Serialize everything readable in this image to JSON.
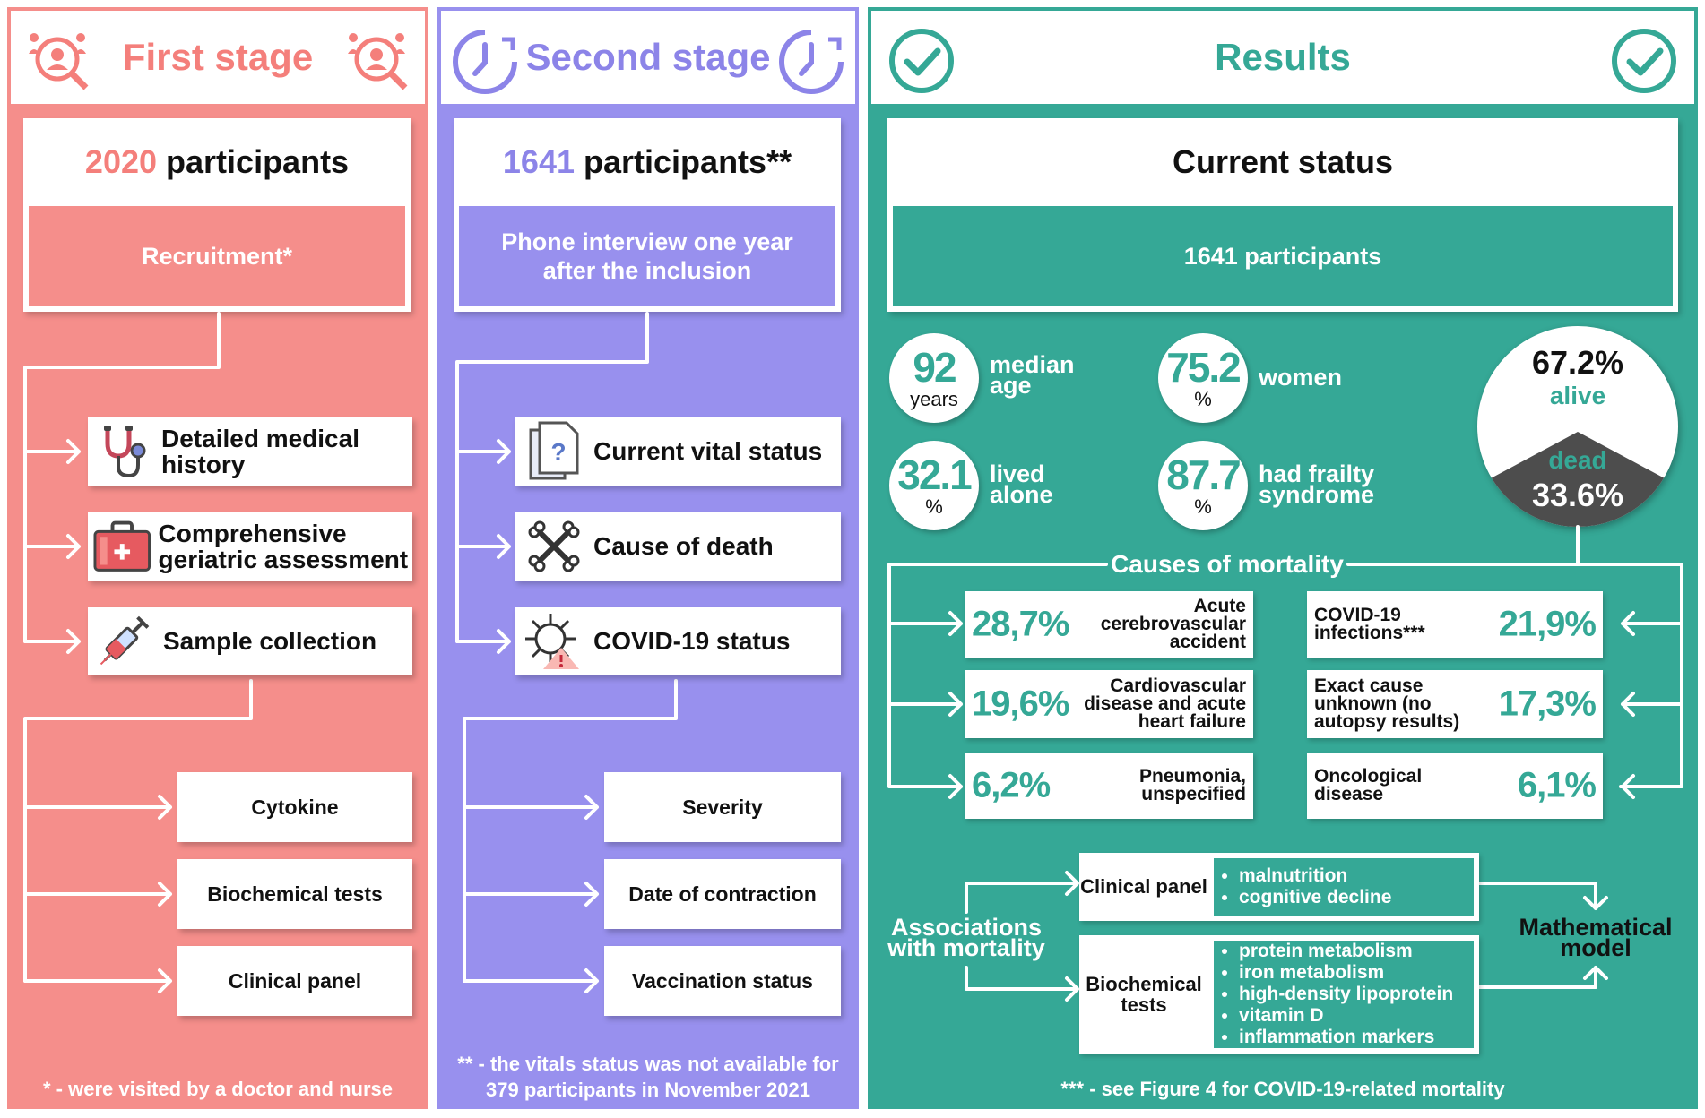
{
  "colors": {
    "stage1": "#f58e8b",
    "stage1_text": "#f47f7b",
    "stage2": "#9890ee",
    "stage2_text": "#8c84e8",
    "results": "#35a896"
  },
  "stage1": {
    "title": "First stage",
    "count": "2020",
    "count_suffix": "participants",
    "box_label": "Recruitment*",
    "items": [
      {
        "label": "Detailed medical history",
        "icon": "stethoscope-icon"
      },
      {
        "label": "Comprehensive geriatric assessment",
        "icon": "medical-kit-icon"
      },
      {
        "label": "Sample collection",
        "icon": "syringe-icon"
      }
    ],
    "subitems": [
      "Cytokine",
      "Biochemical tests",
      "Clinical panel"
    ],
    "footnote": "* - were visited by a doctor and nurse"
  },
  "stage2": {
    "title": "Second stage",
    "count": "1641",
    "count_suffix": "participants**",
    "box_label": "Phone interview one year after the inclusion",
    "items": [
      {
        "label": "Current vital status",
        "icon": "question-document-icon"
      },
      {
        "label": "Cause of death",
        "icon": "crossbones-icon"
      },
      {
        "label": "COVID-19 status",
        "icon": "virus-warning-icon"
      }
    ],
    "subitems": [
      "Severity",
      "Date of contraction",
      "Vaccination status"
    ],
    "footnote": "** - the vitals status was not available for 379 participants in November 2021"
  },
  "results": {
    "title": "Results",
    "box_title": "Current status",
    "box_label": "1641 participants",
    "stats": [
      {
        "num": "92",
        "unit": "years",
        "label": "median age"
      },
      {
        "num": "75.2",
        "unit": "%",
        "label": "women"
      },
      {
        "num": "32.1",
        "unit": "%",
        "label": "lived alone"
      },
      {
        "num": "87.7",
        "unit": "%",
        "label": "had frailty syndrome"
      }
    ],
    "alive_pct": "67.2%",
    "alive_label": "alive",
    "dead_label": "dead",
    "dead_pct": "33.6%",
    "causes_title": "Causes of mortality",
    "causes_left": [
      {
        "pct": "28,7%",
        "label": "Acute cerebrovascular accident"
      },
      {
        "pct": "19,6%",
        "label": "Cardiovascular disease and acute heart failure"
      },
      {
        "pct": "6,2%",
        "label": "Pneumonia, unspecified"
      }
    ],
    "causes_right": [
      {
        "pct": "21,9%",
        "label": "COVID-19 infections***"
      },
      {
        "pct": "17,3%",
        "label": "Exact cause unknown (no autopsy results)"
      },
      {
        "pct": "6,1%",
        "label": "Oncological disease"
      }
    ],
    "assoc_label": "Associations with mortality",
    "clinical_panel": {
      "label": "Clinical panel",
      "items": [
        "malnutrition",
        "cognitive decline"
      ]
    },
    "biochem": {
      "label": "Biochemical tests",
      "items": [
        "protein metabolism",
        "iron metabolism",
        "high-density lipoprotein",
        "vitamin D",
        "inflammation markers"
      ]
    },
    "model_label": "Mathematical model",
    "footnote": "*** - see Figure 4 for COVID-19-related mortality"
  }
}
